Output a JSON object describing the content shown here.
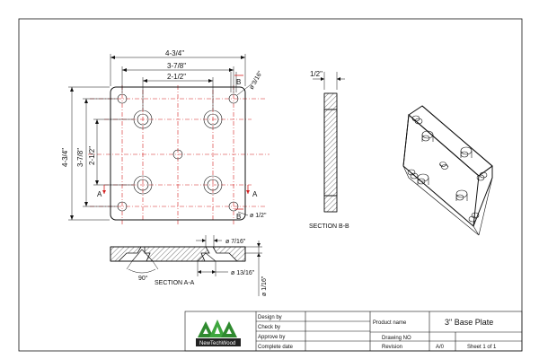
{
  "dims": {
    "width_overall": "4-3/4\"",
    "hole_spacing_outer": "3-7/8\"",
    "hole_spacing_inner": "2-1/2\"",
    "height_overall": "4-3/4\"",
    "height_outer": "3-7/8\"",
    "height_inner": "2-1/2\"",
    "corner_hole": "ø 3/16\"",
    "bolt_hole": "ø 1/2\"",
    "thickness": "1/2\"",
    "counterbore": "ø 7/16\"",
    "countersink": "ø 13/16\"",
    "depth": "ø 1/16\"",
    "angle": "90°"
  },
  "markers": {
    "section_a": "A",
    "section_b": "B"
  },
  "views": {
    "section_aa": "SECTION A-A",
    "section_bb": "SECTION B-B"
  },
  "title_block": {
    "logo_text": "NewTechWood",
    "design_by": "Design by",
    "check_by": "Check by",
    "approve_by": "Approve by",
    "complete_date": "Complete date",
    "product_name_label": "Product    name",
    "product_name_value": "3\" Base Plate",
    "drawing_no_label": "Drawing NO",
    "revision_label": "Revision",
    "revision_value": "A/0",
    "sheet": "Sheet 1 of  1"
  },
  "colors": {
    "centerline": "#d42020",
    "logo_green": "#2f8a2f"
  }
}
